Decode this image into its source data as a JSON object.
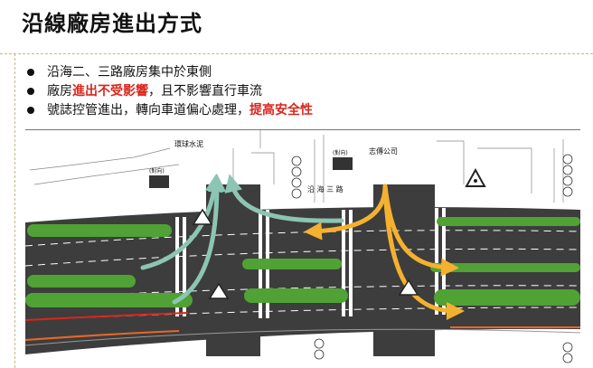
{
  "title": "沿線廠房進出方式",
  "bullets": [
    {
      "parts": [
        {
          "text": "沿海二、三路廠房集中於東側",
          "emph": false
        }
      ]
    },
    {
      "parts": [
        {
          "text": "廠房",
          "emph": false
        },
        {
          "text": "進出不受影響",
          "emph": true
        },
        {
          "text": "，且不影響直行車流",
          "emph": false
        }
      ]
    },
    {
      "parts": [
        {
          "text": "號誌控管進出，轉向車道偏心處理，",
          "emph": false
        },
        {
          "text": "提高安全性",
          "emph": true
        }
      ]
    }
  ],
  "plan": {
    "label_huanqiu": "環球水泥",
    "label_zhichuan": "志傳公司",
    "road_name": "沿 海 三 路",
    "sign_label": "(對向)",
    "colors": {
      "road": "#3d3d3d",
      "median": "#4fa233",
      "teal_arrow": "#8cc5b3",
      "orange_arrow": "#f4b12f",
      "red_edge": "#d9261c",
      "orange_edge": "#e8662a"
    }
  }
}
